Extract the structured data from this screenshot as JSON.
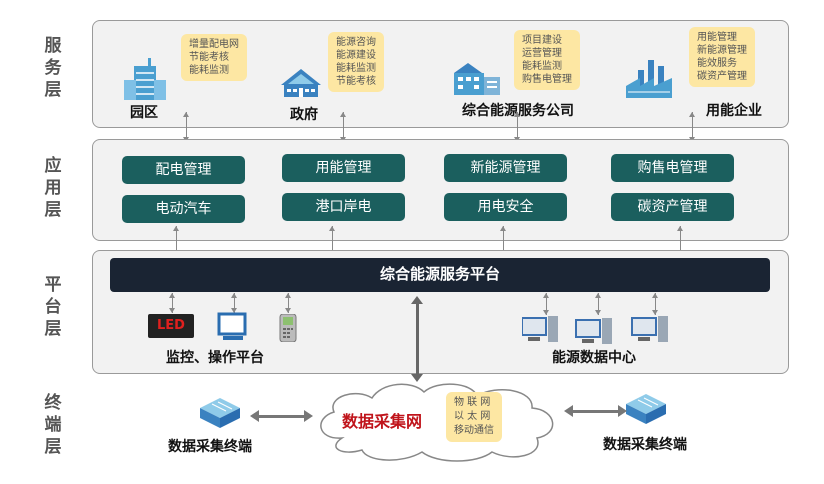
{
  "layers": [
    "服务层",
    "应用层",
    "平台层",
    "终端层"
  ],
  "service": {
    "entities": [
      {
        "name": "园区",
        "notes": "增量配电网\n节能考核\n能耗监测"
      },
      {
        "name": "政府",
        "notes": "能源咨询\n能源建设\n能耗监测\n节能考核"
      },
      {
        "name": "综合能源服务公司",
        "notes": "项目建设\n运营管理\n能耗监测\n购售电管理"
      },
      {
        "name": "用能企业",
        "notes": "用能管理\n新能源管理\n能效服务\n碳资产管理"
      }
    ]
  },
  "application": {
    "buttons": [
      "配电管理",
      "用能管理",
      "新能源管理",
      "购售电管理",
      "电动汽车",
      "港口岸电",
      "用电安全",
      "碳资产管理"
    ]
  },
  "platform": {
    "title": "综合能源服务平台",
    "monitor_label": "监控、操作平台",
    "led_text": "LED",
    "datacenter_label": "能源数据中心"
  },
  "terminal": {
    "left_label": "数据采集终端",
    "right_label": "数据采集终端",
    "network_label": "数据采集网",
    "network_notes": "物 联 网\n以 太 网\n移动通信"
  },
  "colors": {
    "button": "#1b5f5e",
    "platform_bar": "#1a2433",
    "note": "#fde7a3",
    "network_text": "#c0141b"
  }
}
